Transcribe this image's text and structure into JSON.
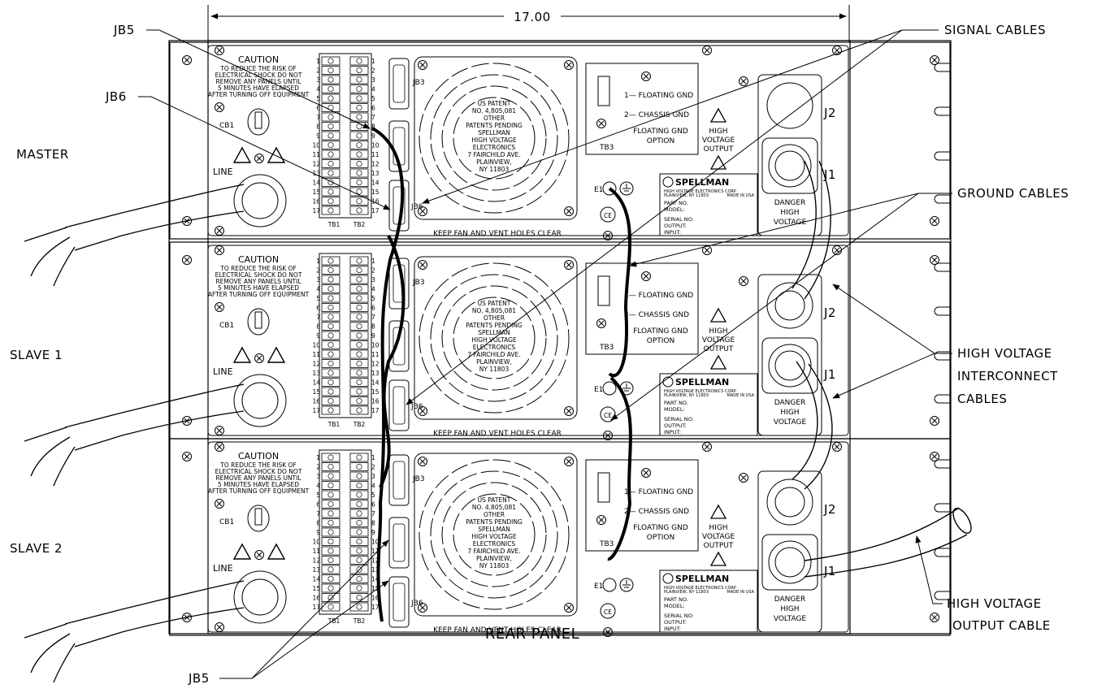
{
  "dimension": "17.00",
  "panel_title": "REAR PANEL",
  "unit_labels": [
    "MASTER",
    "SLAVE 1",
    "SLAVE 2"
  ],
  "callouts": {
    "jb5_top": "JB5",
    "jb6": "JB6",
    "jb5_bottom": "JB5",
    "signal_cables": "SIGNAL CABLES",
    "ground_cables": "GROUND CABLES",
    "hv_interconnect": [
      "HIGH VOLTAGE",
      "INTERCONNECT",
      "CABLES"
    ],
    "hv_output": [
      "HIGH VOLTAGE",
      "OUTPUT CABLE"
    ]
  },
  "unit": {
    "caution_title": "CAUTION",
    "caution_text": [
      "TO REDUCE THE RISK OF",
      "ELECTRICAL SHOCK DO NOT",
      "REMOVE ANY PANELS UNTIL",
      "5 MINUTES HAVE ELAPSED",
      "AFTER TURNING OFF EQUIPMENT"
    ],
    "cb1": "CB1",
    "line": "LINE",
    "tb1": "TB1",
    "tb2": "TB2",
    "jb3": "JB3",
    "jb5": "JB5",
    "jb6": "JB6",
    "patent": [
      "US PATENT",
      "NO. 4,805,081",
      "OTHER",
      "PATENTS PENDING",
      "SPELLMAN",
      "HIGH VOLTAGE",
      "ELECTRONICS",
      "7 FAIRCHILD AVE.",
      "PLAINVIEW,",
      "NY 11803"
    ],
    "keep_clear": "KEEP FAN AND VENT HOLES CLEAR",
    "tb3": "TB3",
    "floating_gnd": "1— FLOATING GND",
    "chassis_gnd": "2— CHASSIS GND",
    "floating_option": [
      "FLOATING GND",
      "OPTION"
    ],
    "e1": "E1",
    "ce": "CE",
    "hv_output": [
      "HIGH",
      "VOLTAGE",
      "OUTPUT"
    ],
    "j1": "J1",
    "j2": "J2",
    "brand": "SPELLMAN",
    "brand_sub": "HIGH VOLTAGE ELECTRONICS CORP",
    "brand_loc": "PLAINVIEW, NY 11803",
    "made_in": "MADE IN USA",
    "nameplate": [
      "PART NO.",
      "MODEL:",
      "SERIAL NO:",
      "OUTPUT:",
      "INPUT:"
    ],
    "danger": [
      "DANGER",
      "HIGH",
      "VOLTAGE"
    ]
  }
}
